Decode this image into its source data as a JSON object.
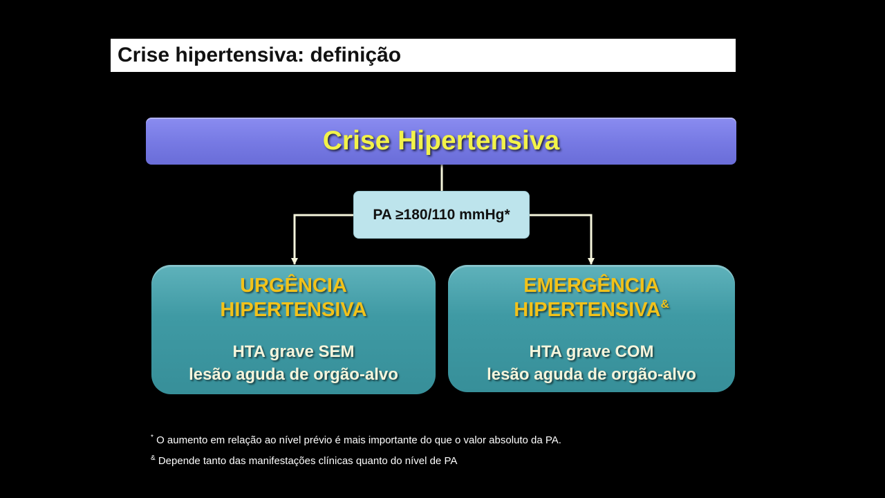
{
  "slide": {
    "title": "Crise hipertensiva: definição"
  },
  "diagram": {
    "top_node": "Crise Hipertensiva",
    "criterion": "PA ≥180/110 mmHg*",
    "left_branch": {
      "title_line1": "URGÊNCIA",
      "title_line2": "HIPERTENSIVA",
      "desc_line1": "HTA grave SEM",
      "desc_line2": "lesão aguda de orgão-alvo"
    },
    "right_branch": {
      "title_line1": "EMERGÊNCIA",
      "title_line2": "HIPERTENSIVA",
      "title_mark": "&",
      "desc_line1": "HTA grave COM",
      "desc_line2": "lesão aguda de orgão-alvo"
    }
  },
  "footnotes": [
    {
      "marker": "*",
      "text": " O aumento em relação ao nível prévio é mais  importante do que o valor absoluto da PA."
    },
    {
      "marker": "&",
      "text": " Depende tanto das manifestações clínicas quanto do nível de PA"
    }
  ],
  "colors": {
    "background": "#000000",
    "top_box": "#7679e3",
    "top_text": "#f2f24a",
    "criterion_box": "#bde4ec",
    "branch_box": "#3f9aa4",
    "branch_title": "#f2c21a",
    "branch_desc": "#f5f5dc",
    "connector": "#f5f5dc"
  }
}
